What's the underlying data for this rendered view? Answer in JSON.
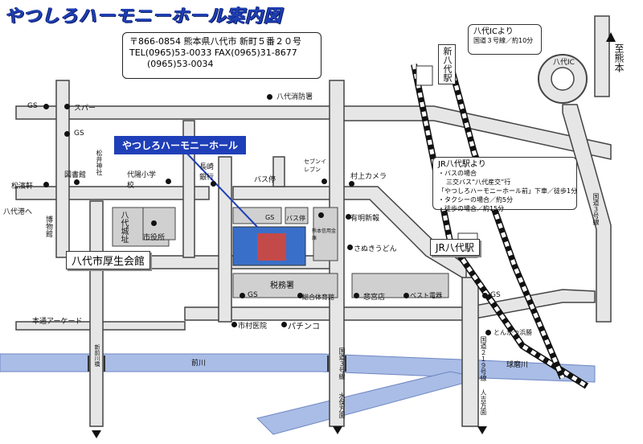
{
  "title": "やつしろハーモニーホール案内図",
  "address": {
    "line1": "〒866-0854 熊本県八代市 新町５番２０号",
    "line2": "TEL(0965)53-0033 FAX(0965)31-8677",
    "line3": "(0965)53-0034"
  },
  "hall_label": "やつしろハーモニーホール",
  "landmarks": {
    "gs_top": "GS",
    "super": "スパー",
    "fire_station": "八代消防署",
    "gs_left": "GS",
    "library": "図書館",
    "matsuhama": "松濱軒",
    "yatsushiro_port": "八代港へ",
    "museum": "博物館",
    "matsui_shrine": "松井神社",
    "daiyo_school": "代陽小学校",
    "nagasaki_bank": "長崎銀行",
    "bus_stop1": "バス停",
    "seven_eleven": "セブンイレブン",
    "murakami_camera": "村上カメラ",
    "yatsushiro_castle": "八代城址",
    "city_hall": "市役所",
    "gs_center": "GS",
    "bus_stop2": "バス停",
    "ariake_newspaper": "有明新報",
    "kumamoto_bank": "熊本信用金庫",
    "sanuki_udon": "さぬきうどん",
    "kosei_kaikan": "八代市厚生会館",
    "tax_office": "税務署",
    "gs_bottom": "GS",
    "sogo_gym": "総合体育館",
    "kasen": "悲宮店",
    "best_denki": "ベスト電器",
    "gs_right": "GS",
    "city_hospital": "市村医院",
    "pachinko": "パチンコ",
    "hon_arcade": "本通アーケード",
    "maegawa": "前川",
    "shin_maegawa_bridge": "新前川橋",
    "route3": "国道３号線",
    "to_minamata": "水俣方面",
    "route219": "国道２１９号線",
    "to_hitoyoshi": "人吉方面",
    "kumagawa": "球磨川",
    "tonkatsu": "とんかつ浜勝",
    "route3_right": "国道３号線",
    "shin_yatsushiro": "新八代駅",
    "jr_yatsushiro": "JR八代駅",
    "yatsushiro_ic": "八代IC",
    "to_kumamoto": "至熊本"
  },
  "ic_callout": {
    "heading": "八代ICより",
    "line1": "国道３号線／約10分"
  },
  "jr_callout": {
    "heading": "JR八代駅より",
    "line1": "・バスの場合",
    "line2": "三交バス“八代産交”行",
    "line3": "「やつしろハーモニーホール前」下車／徒歩1分",
    "line4": "・タクシーの場合／約5分",
    "line5": "・徒歩の場合／約15分"
  },
  "colors": {
    "accent": "#1f3fb8",
    "road": "#e6e6e6",
    "river": "#a9bde6"
  }
}
